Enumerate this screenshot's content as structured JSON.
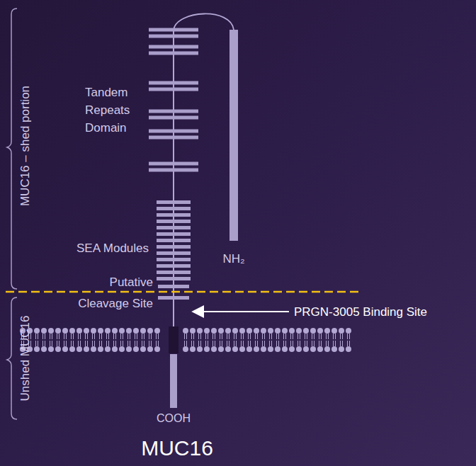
{
  "diagram": {
    "title": "MUC16",
    "labels": [
      "MUC16 – shed portion",
      "Tandem Repeats Domain",
      "SEA Modules",
      "NH₂",
      "Putative Cleavage Site",
      "PRGN-3005 Binding Site",
      "Unshed MUC16",
      "COOH"
    ]
  }
}
